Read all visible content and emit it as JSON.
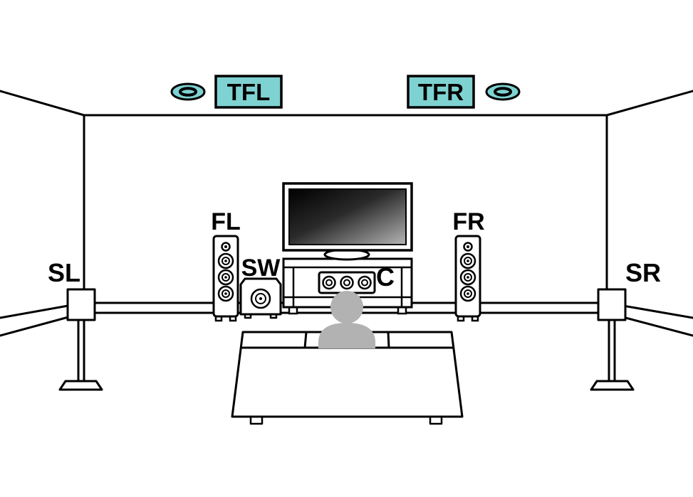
{
  "diagram": {
    "speaker_labels": {
      "top_front_left": "TFL",
      "top_front_right": "TFR",
      "front_left": "FL",
      "front_right": "FR",
      "center": "C",
      "subwoofer": "SW",
      "surround_left": "SL",
      "surround_right": "SR"
    },
    "colors": {
      "highlight": "#7FD2D2",
      "outline": "#000000",
      "listener": "#B2B2B2",
      "screen_dark": "#000000",
      "screen_light": "#B5B5B5"
    }
  }
}
